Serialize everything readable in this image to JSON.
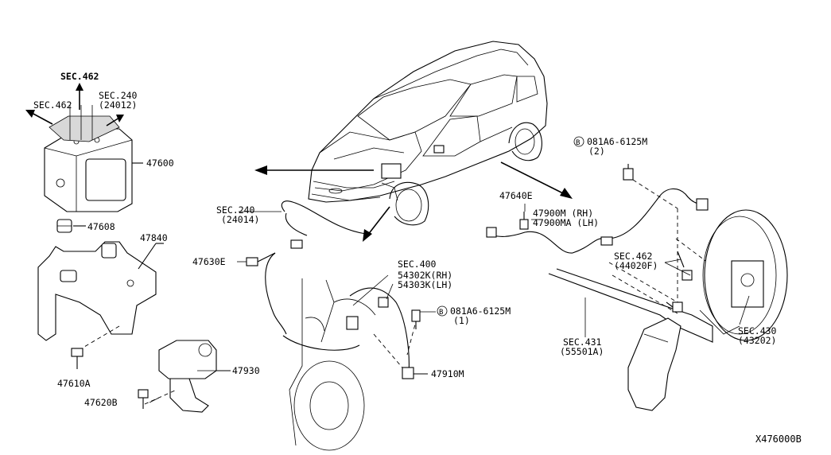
{
  "labels": {
    "sec462_top": "SEC.462",
    "sec240_a": "SEC.240",
    "sec240_a_code": "(24012)",
    "sec462_left": "SEC.462",
    "p47600": "47600",
    "p47608": "47608",
    "p47840": "47840",
    "p47610a": "47610A",
    "p47930": "47930",
    "p47620b": "47620B",
    "sec240_b": "SEC.240",
    "sec240_b_code": "(24014)",
    "p47630e": "47630E",
    "sec400": "SEC.400",
    "p54302k": "54302K(RH)",
    "p54303k": "54303K(LH)",
    "bolt_b": "B",
    "bolt_b_1": "081A6-6125M",
    "bolt_b_1_qty": "(1)",
    "p47910m": "47910M",
    "p47640e": "47640E",
    "p47900m": "47900M (RH)",
    "p47900ma": "47900MA (LH)",
    "bolt_b_2": "081A6-6125M",
    "bolt_b_2_qty": "(2)",
    "sec462_right": "SEC.462",
    "sec462_right_code": "(44020F)",
    "sec431": "SEC.431",
    "sec431_code": "(55501A)",
    "sec430": "SEC.430",
    "sec430_code": "(43202)",
    "diagram_id": "X476000B"
  }
}
